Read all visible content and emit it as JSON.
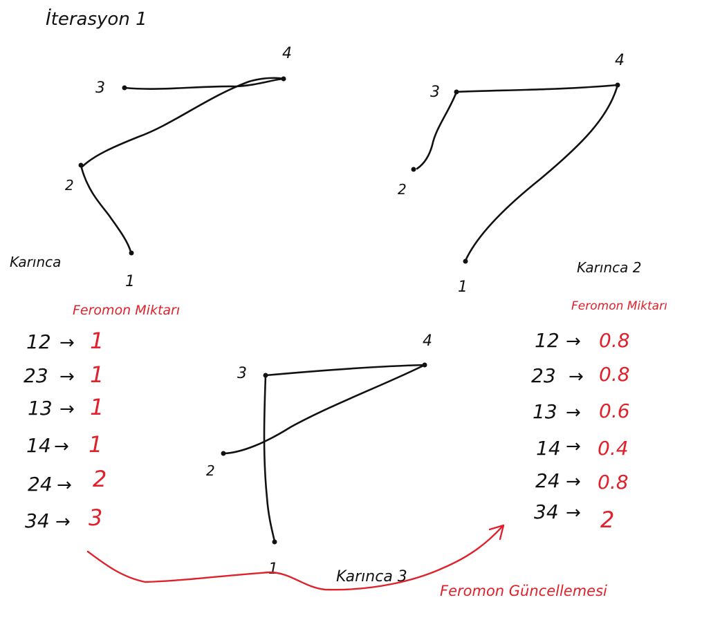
{
  "title": "İterasyon 1",
  "colors": {
    "ink": "#111111",
    "accent": "#e0202a"
  },
  "graphs": [
    {
      "name": "Karınca",
      "node_labels": {
        "1": "1",
        "2": "2",
        "3": "3",
        "4": "4"
      },
      "edges": [
        [
          "2",
          "1"
        ],
        [
          "2",
          "4"
        ],
        [
          "3",
          "4"
        ]
      ]
    },
    {
      "name": "Karınca 2",
      "node_labels": {
        "1": "1",
        "2": "2",
        "3": "3",
        "4": "4"
      },
      "edges": [
        [
          "1",
          "4"
        ],
        [
          "3",
          "4"
        ],
        [
          "3",
          "2"
        ]
      ]
    },
    {
      "name": "Karınca 3",
      "node_labels": {
        "1": "1",
        "2": "2",
        "3": "3",
        "4": "4"
      },
      "edges": [
        [
          "1",
          "3"
        ],
        [
          "3",
          "4"
        ],
        [
          "4",
          "2"
        ]
      ]
    }
  ],
  "tables": [
    {
      "header": "Feromon Miktarı",
      "rows": [
        {
          "edge": "12",
          "arrow": "→",
          "value": "1"
        },
        {
          "edge": "23",
          "arrow": "→",
          "value": "1"
        },
        {
          "edge": "13",
          "arrow": "→",
          "value": "1"
        },
        {
          "edge": "14",
          "arrow": "→",
          "value": "1"
        },
        {
          "edge": "24",
          "arrow": "→",
          "value": "2"
        },
        {
          "edge": "34",
          "arrow": "→",
          "value": "3"
        }
      ]
    },
    {
      "header": "Feromon Miktarı",
      "rows": [
        {
          "edge": "12",
          "arrow": "→",
          "value": "0.8"
        },
        {
          "edge": "23",
          "arrow": "→",
          "value": "0.8"
        },
        {
          "edge": "13",
          "arrow": "→",
          "value": "0.6"
        },
        {
          "edge": "14",
          "arrow": "→",
          "value": "0.4"
        },
        {
          "edge": "24",
          "arrow": "→",
          "value": "0.8"
        },
        {
          "edge": "34",
          "arrow": "→",
          "value": "2"
        }
      ]
    }
  ],
  "update_label": "Feromon Güncellemesi"
}
